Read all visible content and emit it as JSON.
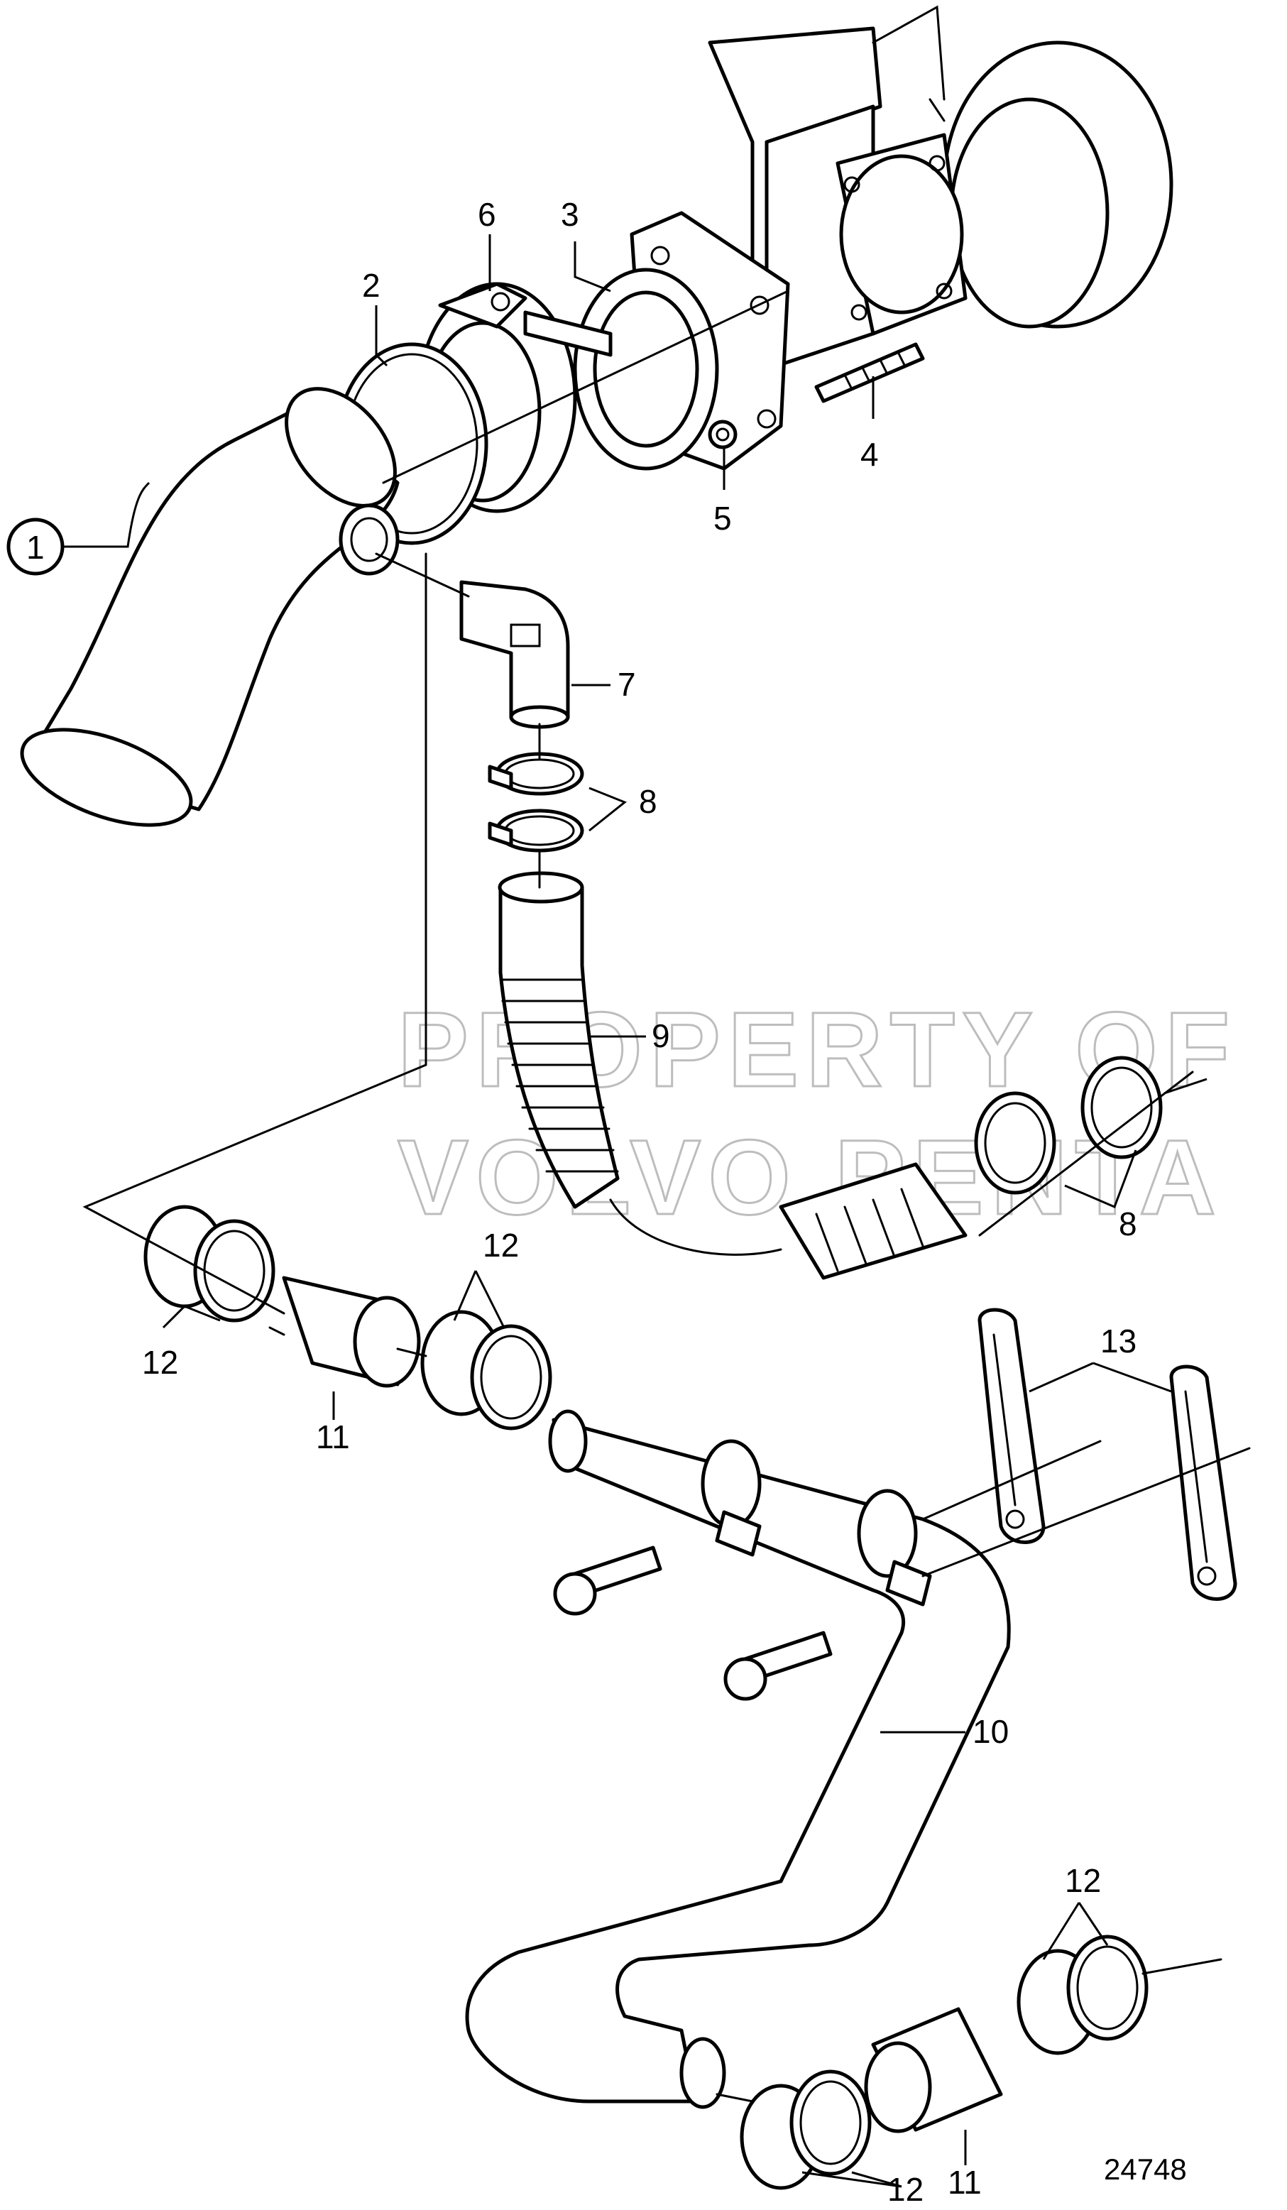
{
  "callouts": {
    "c1": "1",
    "c2": "2",
    "c3": "3",
    "c4": "4",
    "c5": "5",
    "c6": "6",
    "c7": "7",
    "c8a": "8",
    "c8b": "8",
    "c9": "9",
    "c10": "10",
    "c11a": "11",
    "c11b": "11",
    "c12a": "12",
    "c12b": "12",
    "c12c": "12",
    "c12d": "12",
    "c13": "13"
  },
  "figure_number": "24748",
  "watermark": {
    "line1": "PROPERTY OF",
    "line2": "VOLVO PENTA"
  }
}
